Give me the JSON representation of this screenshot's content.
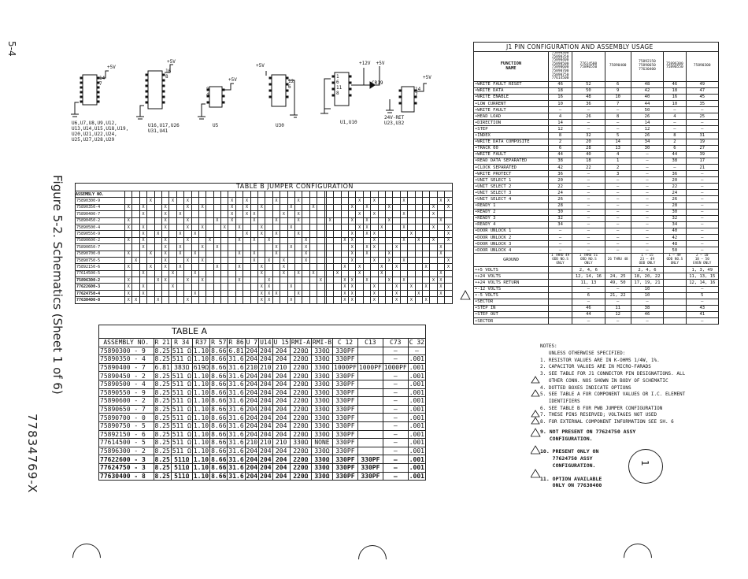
{
  "page_number": "5-4",
  "figure_caption": "Figure 5-2. Schematics (Sheet 1 of 6)",
  "doc_number": "77834769-X",
  "sheet_circle": "1",
  "schematic": {
    "chips": [
      {
        "label": "U6,U7,U8,U9,U12,\nU13,U14,U15,U18,U19,\nU20,U21,U22,U24,\nU25,U27,U28,U29",
        "supply": "+5V",
        "pins": "14\n7"
      },
      {
        "label": "U16,U17,U26\nU31,U41",
        "supply": "+5V",
        "pins": "16\n8"
      },
      {
        "label": "U5",
        "supply": "+5V",
        "pins": "8\n4"
      },
      {
        "label": "U30",
        "supply": "+5V",
        "pins": "12\n6"
      },
      {
        "label": "U1,U10",
        "supply": "+12V  +5V",
        "pins": "1\n6\n11\n8"
      },
      {
        "label": "24V-RET\nU23,U32",
        "supply": "+5V",
        "pins": "14\n7"
      }
    ],
    "cr_label": "CR19"
  },
  "table_b": {
    "title": "TABLE B JUMPER CONFIGURATION",
    "header": "ASSEMBLY NO.",
    "rows": [
      {
        "asm": "75890300-9",
        "marks": "...X..X.X.....X.X...X..X........X.X...X....XX"
      },
      {
        "asm": "75890350-4",
        "marks": "X.X..X..X.X...X.X.X...X..X.....X.X..X.....X.X"
      },
      {
        "asm": "75890400-7",
        "marks": "..X..X.X......X.XX...X.X........X.X...X...X..X"
      },
      {
        "asm": "75890450-2",
        "marks": "X....X..X...X.X..X..X..X....X..X.X..X......X."
      },
      {
        "asm": "75890500-4",
        "marks": "X.X..X..X.X..X.X..X...X.........XX.X..X...X.X"
      },
      {
        "asm": "75890550-9",
        "marks": "..X.X..X.X......X.X.X..X.......X.XX....X....X"
      },
      {
        "asm": "75890600-2",
        "marks": "X.X..X..X..X...X.X.X....X.....XX..X...X.X.X.X"
      },
      {
        "asm": "75890650-7",
        "marks": "..X..X.X..X.X.......X.X.X......X.XX..X.....X."
      },
      {
        "asm": "75890700-0",
        "marks": "X..X.X.X.X.....X.X..X...X......X.X..X......X."
      },
      {
        "asm": "75890750-5",
        "marks": ".X...X..X.X......X.X.X..X......X..X.X.X.....X"
      },
      {
        "asm": "75892150-6",
        "marks": "X..X.X.X....X..X..X..X........X.X..X.X...X..X"
      },
      {
        "asm": "77614500-5",
        "marks": "..X...X..X........X..X.X.X...X..X..X.......X."
      },
      {
        "asm": "75896300-2",
        "marks": "X...XX..X.X....X...X......X...XX.X..X.X...XX."
      },
      {
        "asm": "77622600-3",
        "marks": "X.X...X...........XX..X.......XX..X..X.X.X.X.."
      },
      {
        "asm": "77624750-4",
        "marks": "X.X......X........XXX..X......XX..X..X..X..X.."
      },
      {
        "asm": "77630400-8",
        "marks": "XX..X...X.........XX..X.......XX..X..X.X.X...."
      }
    ]
  },
  "table_a": {
    "title": "TABLE A",
    "columns": [
      "ASSEMBLY NO.",
      "R 21",
      "R 34",
      "R37",
      "R 57",
      "R 86",
      "U 7",
      "U14",
      "U 15",
      "RMI-A",
      "RMI-B",
      "C 12",
      "C13",
      "C73",
      "C 32"
    ],
    "rows": [
      [
        "75890300 - 9",
        "8.25",
        "511 Ω",
        "1.10",
        "8.66",
        "6.81",
        "204",
        "204",
        "204",
        "220Ω",
        "330Ω",
        "330PF",
        "",
        "—",
        "—"
      ],
      [
        "75890350 - 4",
        "8.25",
        "511 Ω",
        "1.10",
        "8.66",
        "31.6",
        "204",
        "204",
        "204",
        "220Ω",
        "330Ω",
        "330PF",
        "",
        "—",
        ".001"
      ],
      [
        "75890400 - 7",
        "6.81",
        "383Ω",
        "619Ω",
        "8.66",
        "31.6",
        "210",
        "210",
        "210",
        "220Ω",
        "330Ω",
        "1000PF",
        "1000PF",
        "1000PF",
        ".001"
      ],
      [
        "75890450 - 2",
        "8.25",
        "511 Ω",
        "1.10",
        "8.66",
        "31.6",
        "204",
        "204",
        "204",
        "220Ω",
        "330Ω",
        "330PF",
        "",
        "—",
        ".001"
      ],
      [
        "75890500 - 4",
        "8.25",
        "511 Ω",
        "1.10",
        "8.66",
        "31.6",
        "204",
        "204",
        "204",
        "220Ω",
        "330Ω",
        "330PF",
        "",
        "—",
        ".001"
      ],
      [
        "75890550 - 9",
        "8.25",
        "511 Ω",
        "1.10",
        "8.66",
        "31.6",
        "204",
        "204",
        "204",
        "220Ω",
        "330Ω",
        "330PF",
        "",
        "—",
        ".001"
      ],
      [
        "75890600 - 2",
        "8.25",
        "511 Ω",
        "1.10",
        "8.66",
        "31.6",
        "204",
        "204",
        "204",
        "220Ω",
        "330Ω",
        "330PF",
        "",
        "—",
        ".001"
      ],
      [
        "75890650 - 7",
        "8.25",
        "511 Ω",
        "1.10",
        "8.66",
        "31.6",
        "204",
        "204",
        "204",
        "220Ω",
        "330Ω",
        "330PF",
        "",
        "—",
        ".001"
      ],
      [
        "75890700 - 0",
        "8.25",
        "511 Ω",
        "1.10",
        "8.66",
        "31.6",
        "204",
        "204",
        "204",
        "220Ω",
        "330Ω",
        "330PF",
        "",
        "—",
        ".001"
      ],
      [
        "75890750 - 5",
        "8.25",
        "511 Ω",
        "1.10",
        "8.66",
        "31.6",
        "204",
        "204",
        "204",
        "220Ω",
        "330Ω",
        "330PF",
        "",
        "—",
        ".001"
      ],
      [
        "75892150 - 6",
        "8.25",
        "511 Ω",
        "1.10",
        "8.66",
        "31.6",
        "204",
        "204",
        "204",
        "220Ω",
        "330Ω",
        "330PF",
        "",
        "—",
        ".001"
      ],
      [
        "77614500 - 5",
        "8.25",
        "511 Ω",
        "1.10",
        "8.66",
        "31.6",
        "210",
        "210",
        "210",
        "330Ω",
        "NONE",
        "330PF",
        "",
        "—",
        ".001"
      ],
      [
        "75896300 - 2",
        "8.25",
        "511 Ω",
        "1.10",
        "8.66",
        "31.6",
        "204",
        "204",
        "204",
        "220Ω",
        "330Ω",
        "330PF",
        "",
        "—",
        ".001"
      ],
      [
        "77622600 - 3",
        "8.25",
        "511Ω",
        "1.10",
        "8.66",
        "31.6",
        "204",
        "204",
        "204",
        "220Ω",
        "330Ω",
        "330PF",
        "330PF",
        "—",
        ".001"
      ],
      [
        "77624750 - 3",
        "8.25",
        "511Ω",
        "1.10",
        "8.66",
        "31.6",
        "204",
        "204",
        "204",
        "220Ω",
        "330Ω",
        "330PF",
        "330PF",
        "—",
        ".001"
      ],
      [
        "77630400 - 8",
        "8.25",
        "511Ω",
        "1.10",
        "8.66",
        "31.6",
        "204",
        "204",
        "204",
        "220Ω",
        "330Ω",
        "330PF",
        "330PF",
        "—",
        ".001"
      ]
    ]
  },
  "j1": {
    "title": "J1 PIN CONFIGURATION AND ASSEMBLY USAGE",
    "function_header": "FUNCTION\nNAME",
    "col_headers": [
      "75890300\n75890350\n75890400\n75890500\n75890600\n75890700\n75890750\n77614500",
      "77614500\n75890550",
      "75890400",
      "75892150\n75890650\n77630400",
      "75896300\n75890550",
      "75890300"
    ],
    "rows": [
      [
        "WRITE FAULT RESET",
        "46",
        "52",
        "6",
        "48",
        "46",
        "49"
      ],
      [
        "WRITE DATA",
        "18",
        "50",
        "9",
        "42",
        "18",
        "47"
      ],
      [
        "WRITE ENABLE",
        "16",
        "48",
        "10",
        "40",
        "16",
        "45"
      ],
      [
        "LOW CURRENT",
        "10",
        "36",
        "7",
        "44",
        "10",
        "35"
      ],
      [
        "WRITE FAULT",
        "—",
        "—",
        "—",
        "50",
        "—",
        "—"
      ],
      [
        "HEAD LOAD",
        "4",
        "26",
        "8",
        "26",
        "4",
        "25"
      ],
      [
        "DIRECTION",
        "14",
        "—",
        "—",
        "14",
        "—",
        "—"
      ],
      [
        "STEP",
        "12",
        "—",
        "—",
        "12",
        "—",
        "—"
      ],
      [
        "INDEX",
        "8",
        "32",
        "5",
        "26",
        "8",
        "31"
      ],
      [
        "WRITE DATA COMPOSITE",
        "2",
        "20",
        "14",
        "34",
        "2",
        "19"
      ],
      [
        "TRACK 00",
        "6",
        "28",
        "13",
        "30",
        "6",
        "27"
      ],
      [
        "WRITE FAULT",
        "44",
        "40",
        "4",
        "—",
        "44",
        "39"
      ],
      [
        "READ DATA SEPARATED",
        "38",
        "18",
        "1",
        "—",
        "38",
        "17"
      ],
      [
        "CLOCK SEPARATED",
        "42",
        "22",
        "2",
        "—",
        "—",
        "21"
      ],
      [
        "WRITE PROTECT",
        "36",
        "—",
        "3",
        "—",
        "36",
        "—"
      ],
      [
        "UNIT SELECT 1",
        "20",
        "—",
        "—",
        "—",
        "20",
        "—"
      ],
      [
        "UNIT SELECT 2",
        "22",
        "—",
        "—",
        "—",
        "22",
        "—"
      ],
      [
        "UNIT SELECT 3",
        "24",
        "—",
        "—",
        "—",
        "24",
        "—"
      ],
      [
        "UNIT SELECT 4",
        "26",
        "—",
        "—",
        "—",
        "26",
        "—"
      ],
      [
        "READY 1",
        "28",
        "—",
        "—",
        "—",
        "28",
        "—"
      ],
      [
        "READY 2",
        "30",
        "—",
        "—",
        "—",
        "30",
        "—"
      ],
      [
        "READY 3",
        "32",
        "—",
        "—",
        "—",
        "32",
        "—"
      ],
      [
        "READY 4",
        "34",
        "—",
        "—",
        "—",
        "34",
        "—"
      ],
      [
        "DOOR UNLOCK 1",
        "—",
        "—",
        "—",
        "—",
        "40",
        "—"
      ],
      [
        "DOOR UNLOCK 2",
        "—",
        "—",
        "—",
        "—",
        "42",
        "—"
      ],
      [
        "DOOR UNLOCK 3",
        "—",
        "—",
        "—",
        "—",
        "48",
        "—"
      ],
      [
        "DOOR UNLOCK 4",
        "—",
        "—",
        "—",
        "—",
        "50",
        "—"
      ]
    ],
    "ground": [
      "GROUND",
      "1 THRU 49\nODD NO.S\nONLY",
      "1 THRU 51\nODD NO.S\nONLY",
      "26 THRU 48",
      "1 — 15\n23 — 49\nODD ONLY",
      "1 — 49\nODD NO.S\nONLY",
      "2 — 10\n18 — 50\nEVEN ONLY"
    ],
    "power_rows": [
      [
        "+5 VOLTS",
        "",
        "2, 4, 6",
        "",
        "2, 4, 6",
        "",
        "1, 3, 49"
      ],
      [
        "+24 VOLTS",
        "",
        "12, 14, 16",
        "24, 25",
        "18, 20, 22",
        "",
        "11, 13, 15"
      ],
      [
        "+24 VOLTS RETURN",
        "",
        "11, 13",
        "49, 50",
        "17, 19, 21",
        "",
        "12, 14, 16"
      ],
      [
        "-12 VOLTS",
        "",
        "—",
        "—",
        "10",
        "",
        "—"
      ],
      [
        "-5 VOLTS",
        "",
        "6",
        "21, 22",
        "10",
        "",
        "5"
      ],
      [
        "SECTOR",
        "",
        "—",
        "—",
        "—",
        "",
        "—"
      ],
      [
        "STEP IN",
        "",
        "46",
        "11",
        "38",
        "",
        "43"
      ],
      [
        "STEP OUT",
        "",
        "44",
        "12",
        "46",
        "",
        "41"
      ],
      [
        "SECTOR",
        "",
        "—",
        "—",
        "—",
        "",
        "—"
      ]
    ]
  },
  "notes": {
    "header": "NOTES:",
    "items": [
      "   UNLESS OTHERWISE SPECIFIED:",
      "1. RESISTOR VALUES ARE IN K-OHMS 1/4W, 1%.",
      "2. CAPACITOR VALUES ARE IN MICRO-FARADS",
      "3. SEE TABLE FOR J1 CONNECTOR PIN DESIGNATIONS. ALL",
      "   OTHER CONN. NOS SHOWN IN BODY OF SCHEMATIC",
      "4. DOTTED BOXES INDICATE OPTIONS",
      "5. SEE TABLE A FOR COMPONENT VALUES OR I.C. ELEMENT",
      "   IDENTIFIERS",
      "6. SEE TABLE B FOR PWB JUMPER CONFIGURATION",
      "7. THESE PINS RESERVED; VOLTAGES NOT USED",
      "8. FOR EXTERNAL COMPONENT INFORMATION SEE SH. 6"
    ],
    "bold_items": [
      "9. NOT PRESENT ON 77624750 ASSY\n   CONFIGURATION.",
      "10. PRESENT ONLY ON\n    77624750 ASSY\n    CONFIGURATION.",
      "11. OPTION AVAILABLE\n    ONLY ON 77630400"
    ]
  }
}
